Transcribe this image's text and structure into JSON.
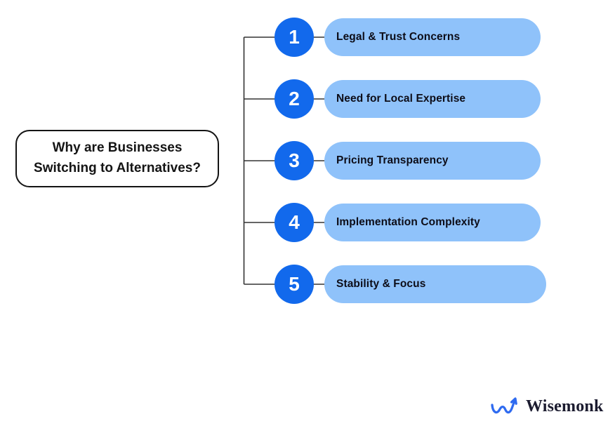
{
  "title": {
    "text": "Why are Businesses Switching to Alternatives?"
  },
  "items": [
    {
      "number": "1",
      "label": "Legal & Trust Concerns"
    },
    {
      "number": "2",
      "label": "Need for Local Expertise"
    },
    {
      "number": "3",
      "label": "Pricing Transparency"
    },
    {
      "number": "4",
      "label": "Implementation Complexity"
    },
    {
      "number": "5",
      "label": "Stability & Focus"
    }
  ],
  "branding": {
    "name": "Wisemonk",
    "logo_icon": "wave-arrow-icon"
  },
  "colors": {
    "circle_blue": "#1269EC",
    "pill_blue": "#8FC2FA",
    "connector": "#333333",
    "text_dark": "#0d0d18",
    "logo_blue": "#2F6BF0",
    "background": "#ffffff",
    "border_dark": "#141414"
  }
}
